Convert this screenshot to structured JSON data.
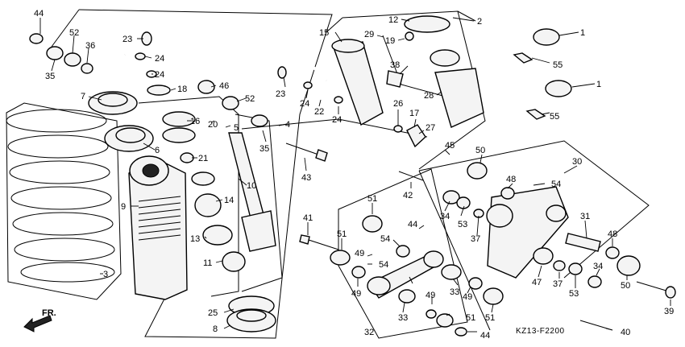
{
  "diagram_code": "KZ13-F2200",
  "direction_label": "FR.",
  "callouts": [
    {
      "id": "c44a",
      "text": "44"
    },
    {
      "id": "c52a",
      "text": "52"
    },
    {
      "id": "c36",
      "text": "36"
    },
    {
      "id": "c35a",
      "text": "35"
    },
    {
      "id": "c23a",
      "text": "23"
    },
    {
      "id": "c24a",
      "text": "24"
    },
    {
      "id": "c24b",
      "text": "24"
    },
    {
      "id": "c7",
      "text": "7"
    },
    {
      "id": "c18",
      "text": "18"
    },
    {
      "id": "c46",
      "text": "46"
    },
    {
      "id": "c52b",
      "text": "52"
    },
    {
      "id": "c16",
      "text": "16"
    },
    {
      "id": "c20",
      "text": "20"
    },
    {
      "id": "c5",
      "text": "5"
    },
    {
      "id": "c6",
      "text": "6"
    },
    {
      "id": "c21",
      "text": "21"
    },
    {
      "id": "c10",
      "text": "10"
    },
    {
      "id": "c9",
      "text": "9"
    },
    {
      "id": "c14",
      "text": "14"
    },
    {
      "id": "c13",
      "text": "13"
    },
    {
      "id": "c11",
      "text": "11"
    },
    {
      "id": "c3",
      "text": "3"
    },
    {
      "id": "c25",
      "text": "25"
    },
    {
      "id": "c8",
      "text": "8"
    },
    {
      "id": "c12",
      "text": "12"
    },
    {
      "id": "c2",
      "text": "2"
    },
    {
      "id": "c15",
      "text": "15"
    },
    {
      "id": "c29",
      "text": "29"
    },
    {
      "id": "c19",
      "text": "19"
    },
    {
      "id": "c38",
      "text": "38"
    },
    {
      "id": "c28",
      "text": "28"
    },
    {
      "id": "c23b",
      "text": "23"
    },
    {
      "id": "c24c",
      "text": "24"
    },
    {
      "id": "c22",
      "text": "22"
    },
    {
      "id": "c24d",
      "text": "24"
    },
    {
      "id": "c26",
      "text": "26"
    },
    {
      "id": "c17",
      "text": "17"
    },
    {
      "id": "c27",
      "text": "27"
    },
    {
      "id": "c4",
      "text": "4"
    },
    {
      "id": "c35b",
      "text": "35"
    },
    {
      "id": "c43",
      "text": "43"
    },
    {
      "id": "c45",
      "text": "45"
    },
    {
      "id": "c50a",
      "text": "50"
    },
    {
      "id": "c42",
      "text": "42"
    },
    {
      "id": "c1a",
      "text": "1"
    },
    {
      "id": "c55a",
      "text": "55"
    },
    {
      "id": "c1b",
      "text": "1"
    },
    {
      "id": "c55b",
      "text": "55"
    },
    {
      "id": "c30",
      "text": "30"
    },
    {
      "id": "c48a",
      "text": "48"
    },
    {
      "id": "c54a",
      "text": "54"
    },
    {
      "id": "c51a",
      "text": "51"
    },
    {
      "id": "c34a",
      "text": "34"
    },
    {
      "id": "c53a",
      "text": "53"
    },
    {
      "id": "c44b",
      "text": "44"
    },
    {
      "id": "c41",
      "text": "41"
    },
    {
      "id": "c51b",
      "text": "51"
    },
    {
      "id": "c54b",
      "text": "54"
    },
    {
      "id": "c49a",
      "text": "49"
    },
    {
      "id": "c54c",
      "text": "54"
    },
    {
      "id": "c37a",
      "text": "37"
    },
    {
      "id": "c31",
      "text": "31"
    },
    {
      "id": "c48b",
      "text": "48"
    },
    {
      "id": "c49b",
      "text": "49"
    },
    {
      "id": "c33a",
      "text": "33"
    },
    {
      "id": "c49c",
      "text": "49"
    },
    {
      "id": "c49d",
      "text": "49"
    },
    {
      "id": "c33b",
      "text": "33"
    },
    {
      "id": "c47",
      "text": "47"
    },
    {
      "id": "c37b",
      "text": "37"
    },
    {
      "id": "c53b",
      "text": "53"
    },
    {
      "id": "c34b",
      "text": "34"
    },
    {
      "id": "c50b",
      "text": "50"
    },
    {
      "id": "c39",
      "text": "39"
    },
    {
      "id": "c51c",
      "text": "51"
    },
    {
      "id": "c51d",
      "text": "51"
    },
    {
      "id": "c32",
      "text": "32"
    },
    {
      "id": "c44c",
      "text": "44"
    },
    {
      "id": "c40",
      "text": "40"
    }
  ]
}
